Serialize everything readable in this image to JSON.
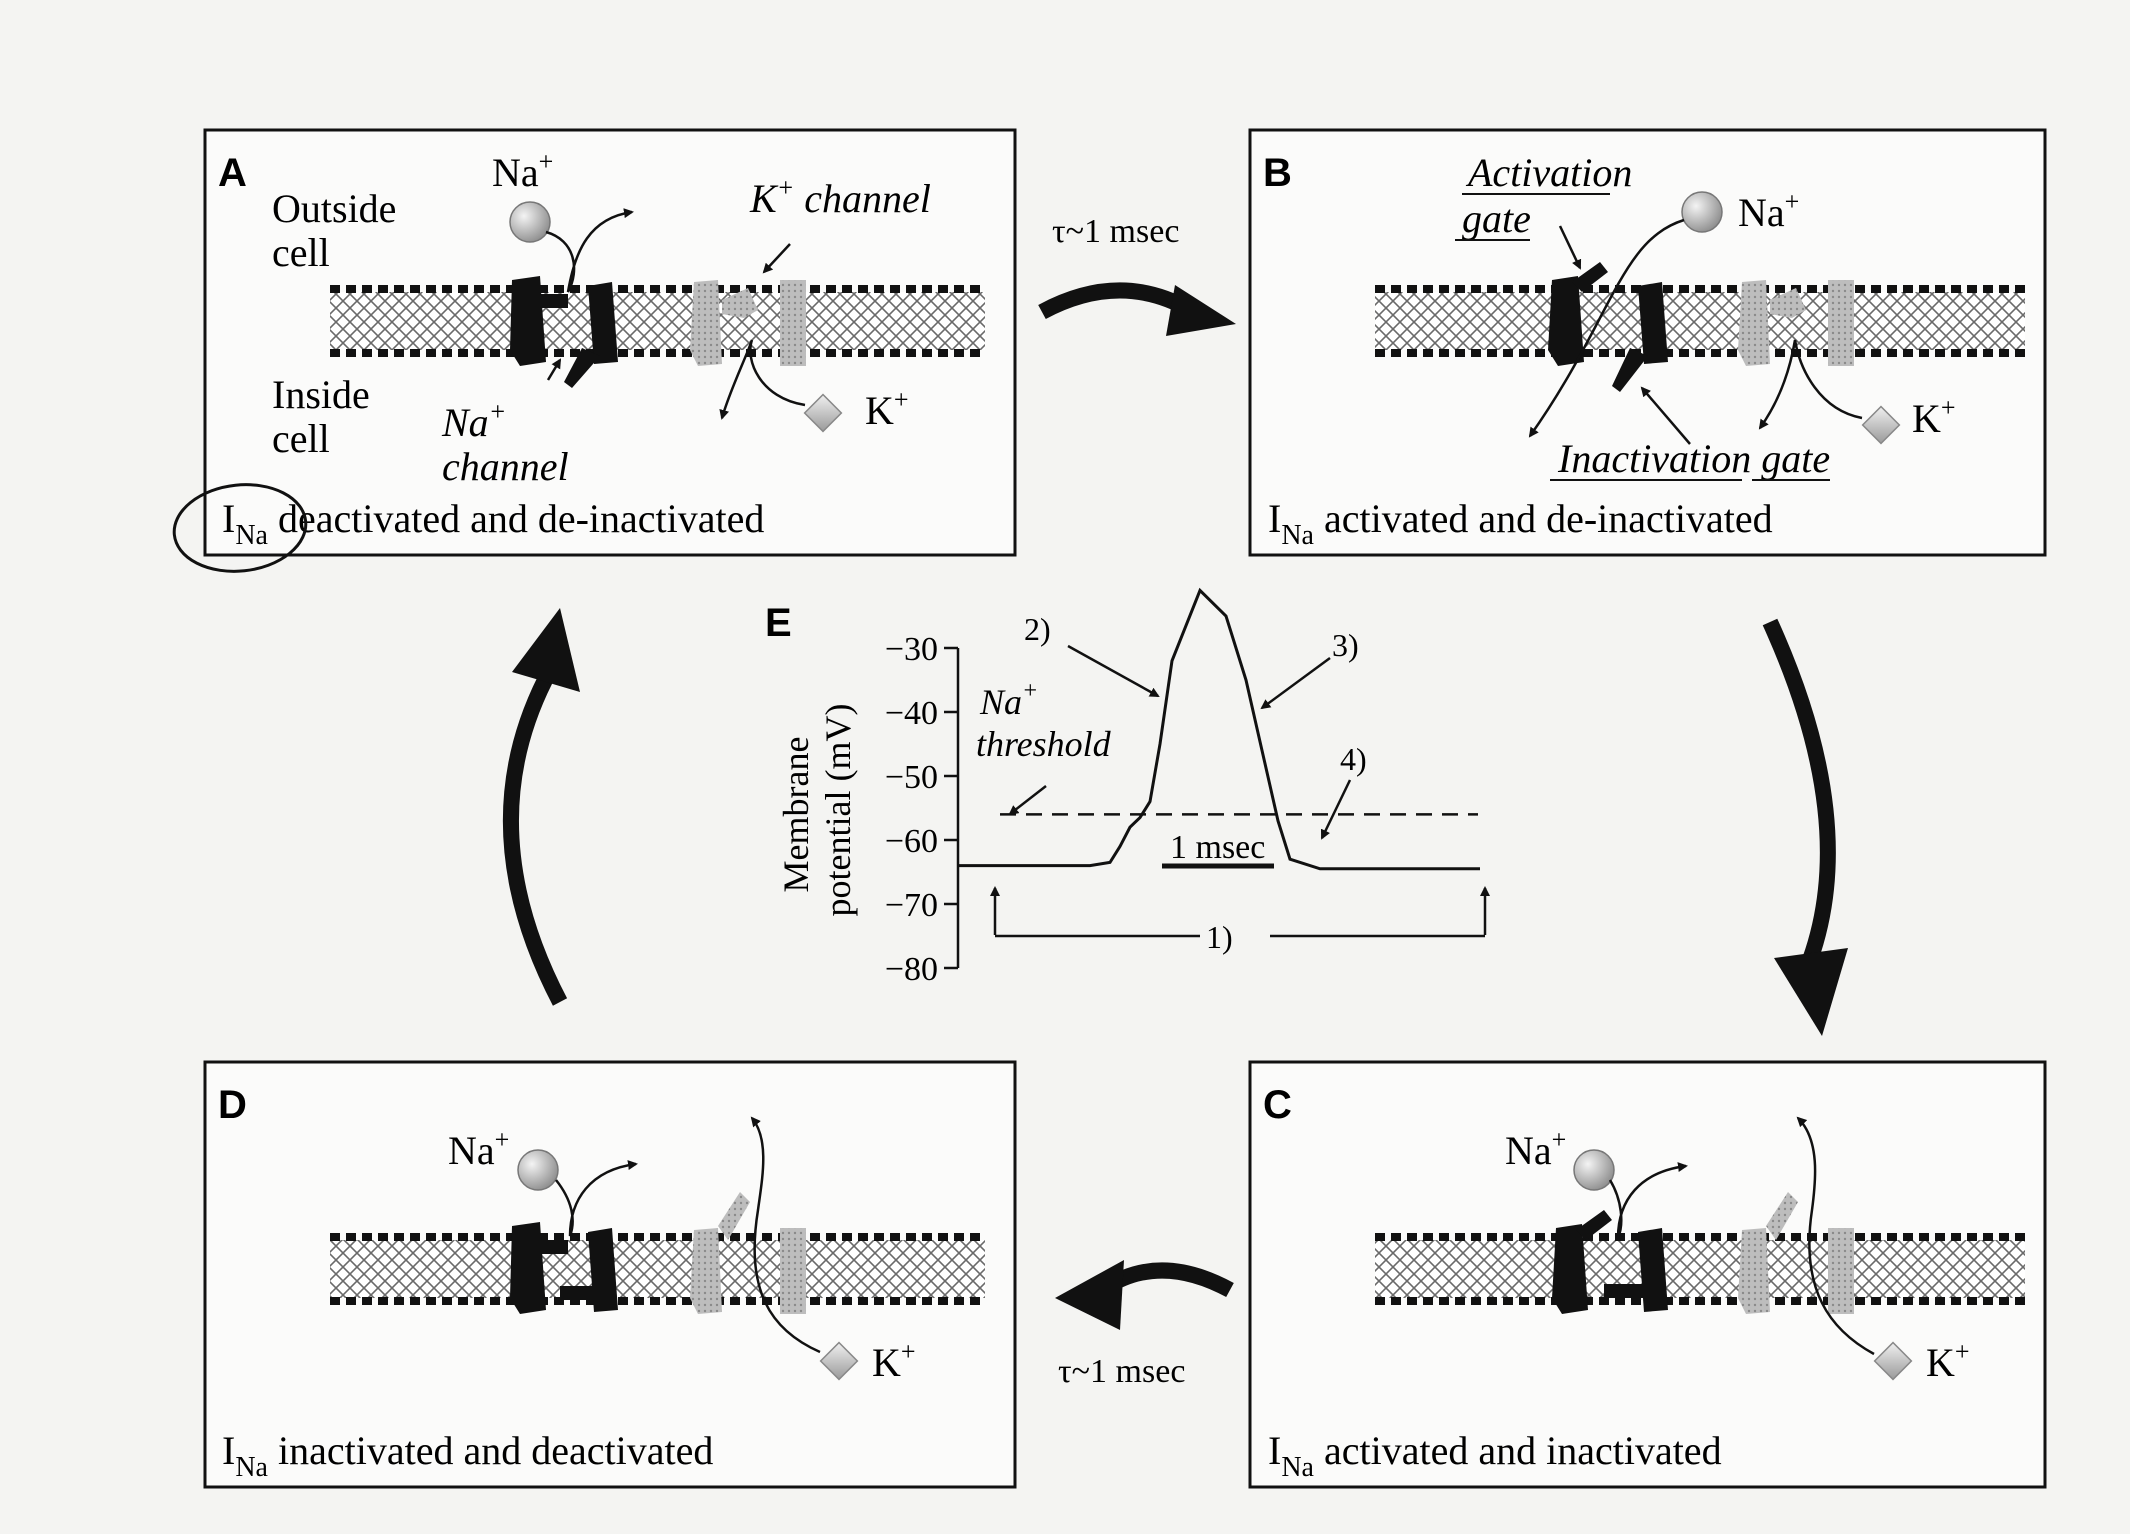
{
  "panels": {
    "A": {
      "letter": "A",
      "outside_cell": [
        "Outside",
        "cell"
      ],
      "inside_cell": [
        "Inside",
        "cell"
      ],
      "na_ion": "Na",
      "k_ion": "K",
      "k_channel": "channel",
      "na_channel": [
        "Na",
        "channel"
      ],
      "caption_i": "I",
      "caption_sub": "Na",
      "caption_rest": " deactivated and de-inactivated"
    },
    "B": {
      "letter": "B",
      "activation_gate": [
        "Activation",
        "gate"
      ],
      "inactivation_gate": [
        "Inactivation",
        "gate"
      ],
      "na_ion": "Na",
      "k_ion": "K",
      "caption_i": "I",
      "caption_sub": "Na",
      "caption_rest": " activated and de-inactivated"
    },
    "C": {
      "letter": "C",
      "na_ion": "Na",
      "k_ion": "K",
      "caption_i": "I",
      "caption_sub": "Na",
      "caption_rest": " activated and inactivated"
    },
    "D": {
      "letter": "D",
      "na_ion": "Na",
      "k_ion": "K",
      "caption_i": "I",
      "caption_sub": "Na",
      "caption_rest": " inactivated and deactivated"
    }
  },
  "plus": "+",
  "transitions": {
    "a_to_b": "τ~1 msec",
    "c_to_d": "τ~1 msec"
  },
  "panel_e": {
    "letter": "E",
    "ylabel_line1": "Membrane",
    "ylabel_line2": "potential (mV)",
    "yticks": [
      "−30",
      "−40",
      "−50",
      "−60",
      "−70",
      "−80"
    ],
    "threshold_label": [
      "Na",
      "threshold"
    ],
    "scale_bar": "1 msec",
    "markers": [
      "1)",
      "2)",
      "3)",
      "4)"
    ]
  },
  "chart_data": {
    "type": "line",
    "title": "",
    "xlabel": "",
    "ylabel": "Membrane potential (mV)",
    "ylim": [
      -80,
      -30
    ],
    "yticks": [
      -30,
      -40,
      -50,
      -60,
      -70,
      -80
    ],
    "threshold_mV": -56,
    "resting_mV": -64.5,
    "peak_mV": -21,
    "series": [
      {
        "values": [
          -64,
          -64,
          -64,
          -63.5,
          -61,
          -58,
          -56.5,
          -54,
          -45,
          -32,
          -21,
          -25,
          -35,
          -46,
          -57,
          -63,
          -64.5,
          -64.5,
          -64.5,
          -64.5
        ]
      }
    ],
    "grid": false
  }
}
